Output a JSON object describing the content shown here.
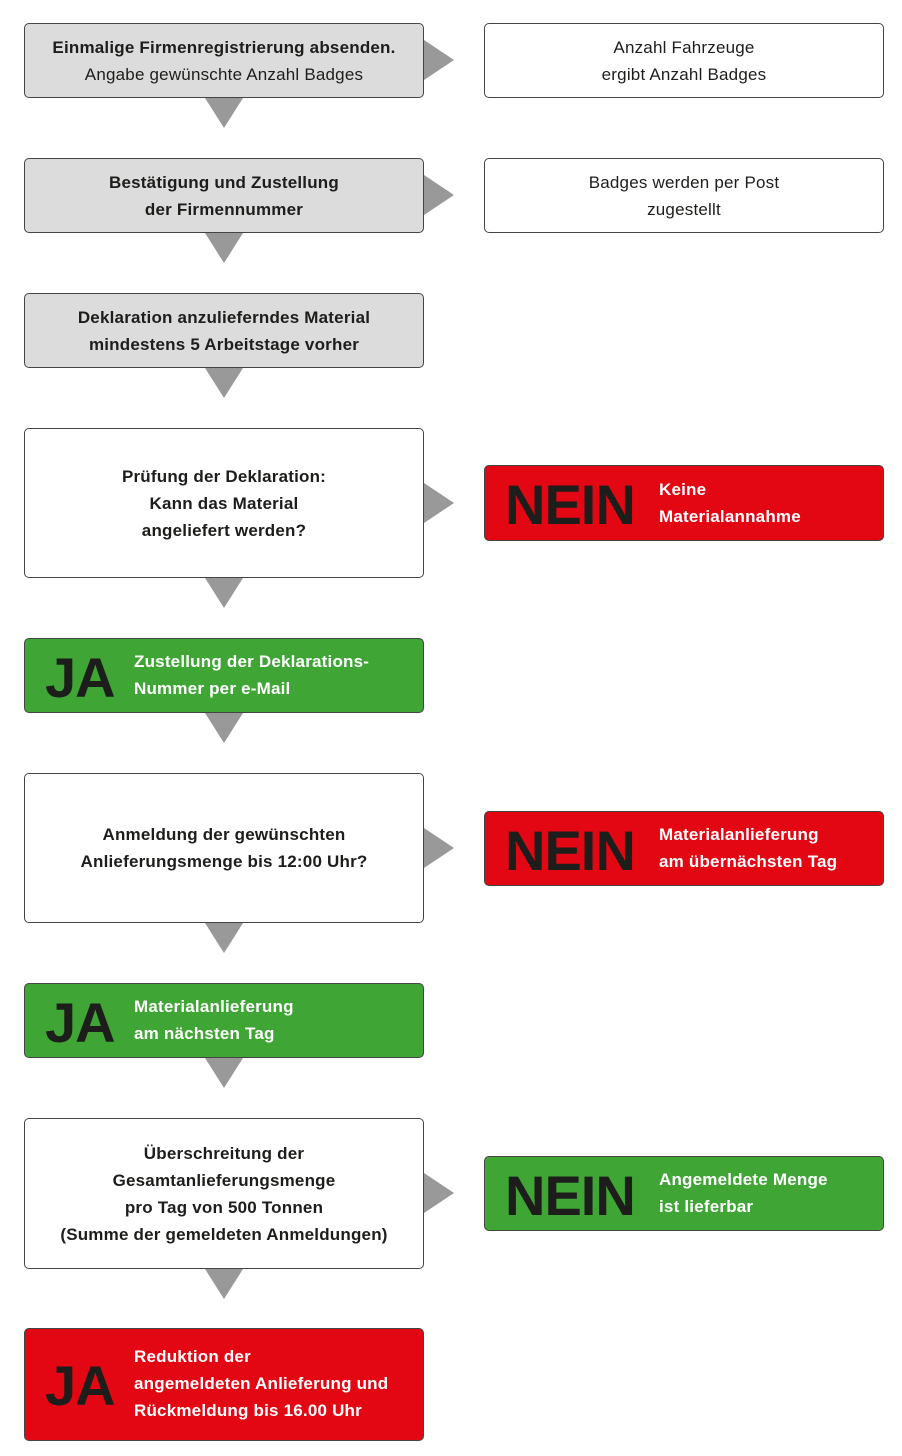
{
  "colors": {
    "gray_box": "#dcdcdc",
    "green": "#3fa535",
    "red": "#e30613",
    "arrow": "#999999",
    "big_text": "#1d1d1b"
  },
  "steps": {
    "s1": {
      "lines": [
        "Einmalige Firmenregistrierung absenden.",
        "Angabe gewünschte Anzahl Badges"
      ]
    },
    "s1_side": {
      "lines": [
        "Anzahl Fahrzeuge",
        "ergibt Anzahl Badges"
      ]
    },
    "s2": {
      "lines": [
        "Bestätigung und Zustellung",
        "der Firmennummer"
      ]
    },
    "s2_side": {
      "lines": [
        "Badges werden per Post",
        "zugestellt"
      ]
    },
    "s3": {
      "lines": [
        "Deklaration anzulieferndes Material",
        "mindestens 5 Arbeitstage vorher"
      ]
    },
    "q1": {
      "lines": [
        "Prüfung der Deklaration:",
        "Kann das Material",
        "angeliefert werden?"
      ]
    },
    "q1_no": {
      "tag": "NEIN",
      "lines": [
        "Keine",
        "Materialannahme"
      ]
    },
    "q1_yes": {
      "tag": "JA",
      "lines": [
        "Zustellung der Deklarations-",
        "Nummer per e-Mail"
      ]
    },
    "q2": {
      "lines": [
        "Anmeldung der gewünschten",
        "Anlieferungsmenge bis 12:00 Uhr?"
      ]
    },
    "q2_no": {
      "tag": "NEIN",
      "lines": [
        "Materialanlieferung",
        "am übernächsten Tag"
      ]
    },
    "q2_yes": {
      "tag": "JA",
      "lines": [
        "Materialanlieferung",
        "am nächsten Tag"
      ]
    },
    "q3": {
      "lines": [
        "Überschreitung der",
        "Gesamtanlieferungsmenge",
        "pro Tag von 500 Tonnen",
        "(Summe der gemeldeten Anmeldungen)"
      ]
    },
    "q3_no": {
      "tag": "NEIN",
      "lines": [
        "Angemeldete Menge",
        "ist lieferbar"
      ]
    },
    "q3_yes": {
      "tag": "JA",
      "lines": [
        "Reduktion der",
        "angemeldeten Anlieferung und",
        "Rückmeldung bis 16.00 Uhr"
      ]
    }
  }
}
